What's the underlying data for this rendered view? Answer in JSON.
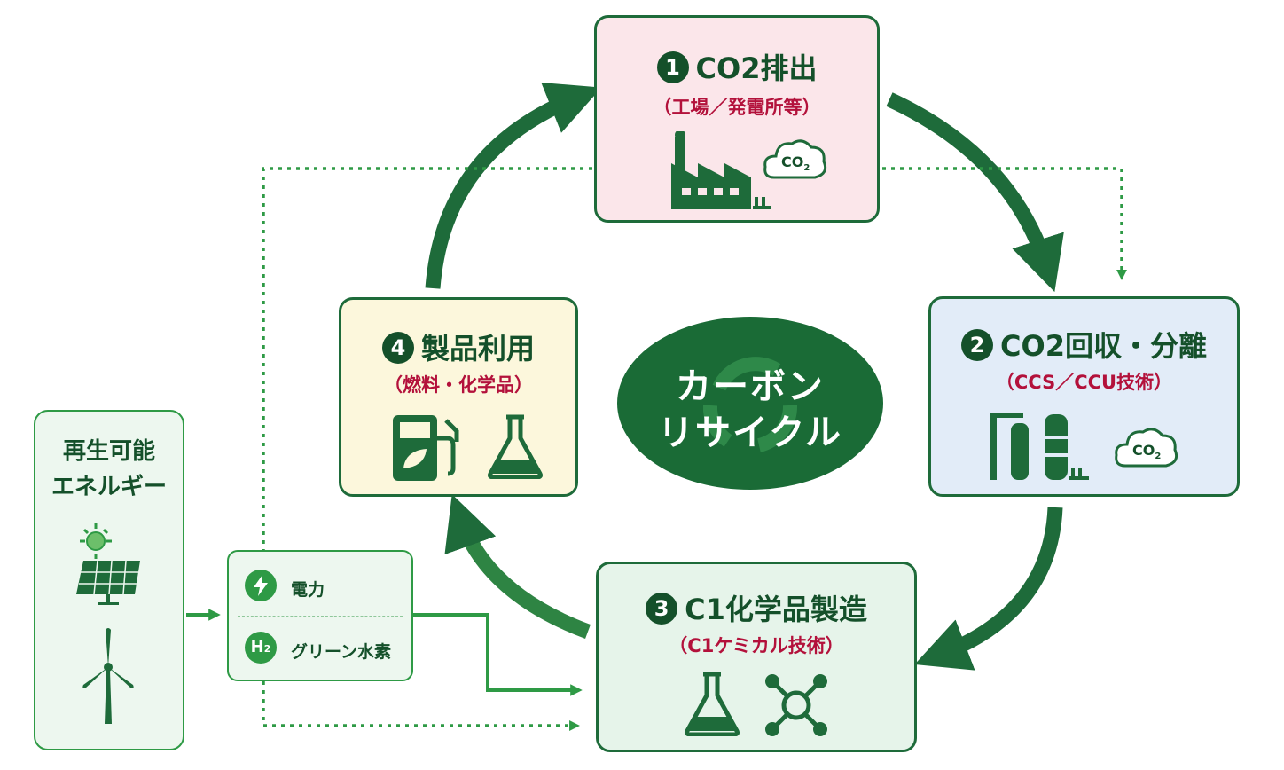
{
  "center": {
    "line1": "カーボン",
    "line2": "リサイクル"
  },
  "steps": [
    {
      "number": "1",
      "title": "CO2排出",
      "subtitle": "（工場／発電所等）"
    },
    {
      "number": "2",
      "title": "CO2回収・分離",
      "subtitle": "（CCS／CCU技術）"
    },
    {
      "number": "3",
      "title": "C1化学品製造",
      "subtitle": "（C1ケミカル技術）"
    },
    {
      "number": "4",
      "title": "製品利用",
      "subtitle": "（燃料・化学品）"
    }
  ],
  "renewable": {
    "line1": "再生可能",
    "line2": "エネルギー"
  },
  "energy_inputs": [
    {
      "label": "電力",
      "icon": "lightning-icon"
    },
    {
      "label": "グリーン水素",
      "icon": "h2-icon",
      "badge": "H",
      "badge_sub": "2"
    }
  ],
  "co2_cloud_label": {
    "main": "CO",
    "sub": "2"
  },
  "icons": [
    "factory-icon",
    "co2-cloud-icon",
    "capture-plant-icon",
    "flask-icon",
    "molecule-icon",
    "fuel-pump-icon",
    "solar-panel-icon",
    "wind-turbine-icon",
    "recycle-icon"
  ],
  "colors": {
    "dark_green": "#14502a",
    "arrow_green": "#1e6b3a",
    "light_green": "#2e9a45",
    "red_subtitle": "#b3113b",
    "box1_bg": "#fbe6ea",
    "box2_bg": "#e2ecf8",
    "box3_bg": "#e6f4ea",
    "box4_bg": "#fcf7dc",
    "renew_bg": "#edf7ef"
  }
}
